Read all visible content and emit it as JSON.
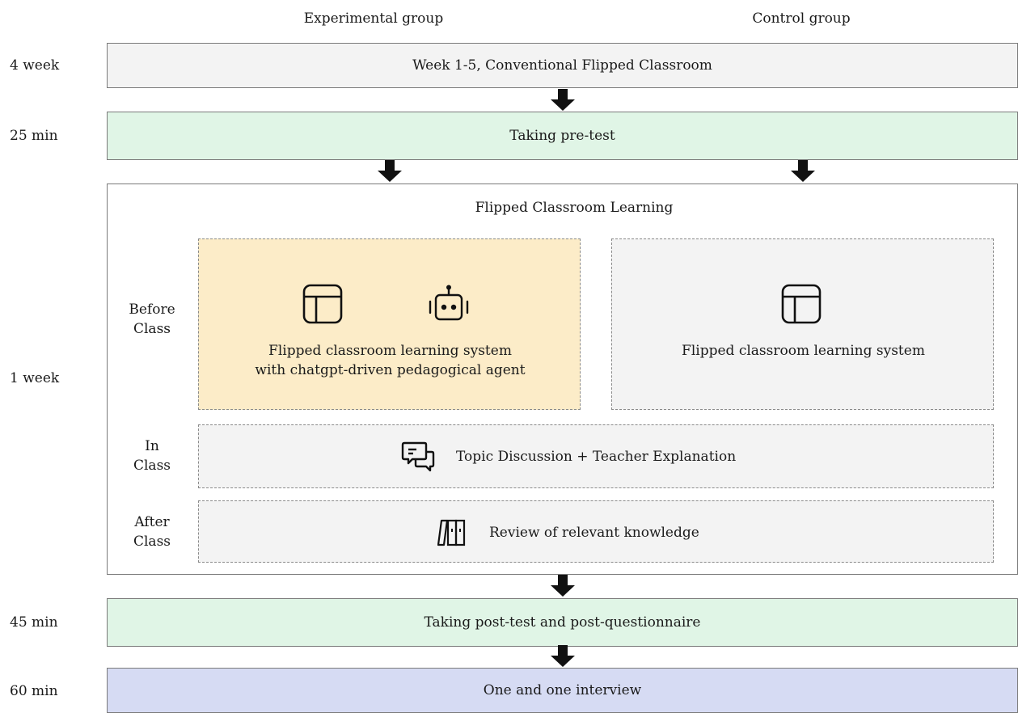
{
  "columns": {
    "experimental": "Experimental group",
    "control": "Control group"
  },
  "timeline": {
    "t1": "4 week",
    "t2": "25 min",
    "t3": "1 week",
    "t4": "45 min",
    "t5": "60 min"
  },
  "steps": {
    "week1_5": "Week 1-5, Conventional Flipped Classroom",
    "pretest": "Taking pre-test",
    "posttest": "Taking post-test and post-questionnaire",
    "interview": "One and one interview"
  },
  "learning": {
    "title": "Flipped Classroom Learning",
    "before_class": [
      "Before",
      "Class"
    ],
    "in_class": [
      "In",
      "Class"
    ],
    "after_class": [
      "After",
      "Class"
    ],
    "experimental_system": [
      "Flipped classroom learning system",
      "with chatgpt-driven pedagogical agent"
    ],
    "control_system": "Flipped classroom learning system",
    "in_class_activity": "Topic Discussion + Teacher Explanation",
    "after_class_activity": "Review of relevant knowledge"
  },
  "icons": {
    "layout": "layout-panel-icon",
    "robot": "robot-icon",
    "chat": "chat-bubbles-icon",
    "books": "books-icon"
  },
  "colors": {
    "gray_fill": "#f3f3f3",
    "green_fill": "#e0f5e6",
    "blue_fill": "#d6dbf3",
    "yellow_fill": "#fcecc8",
    "arrow": "#111111"
  }
}
